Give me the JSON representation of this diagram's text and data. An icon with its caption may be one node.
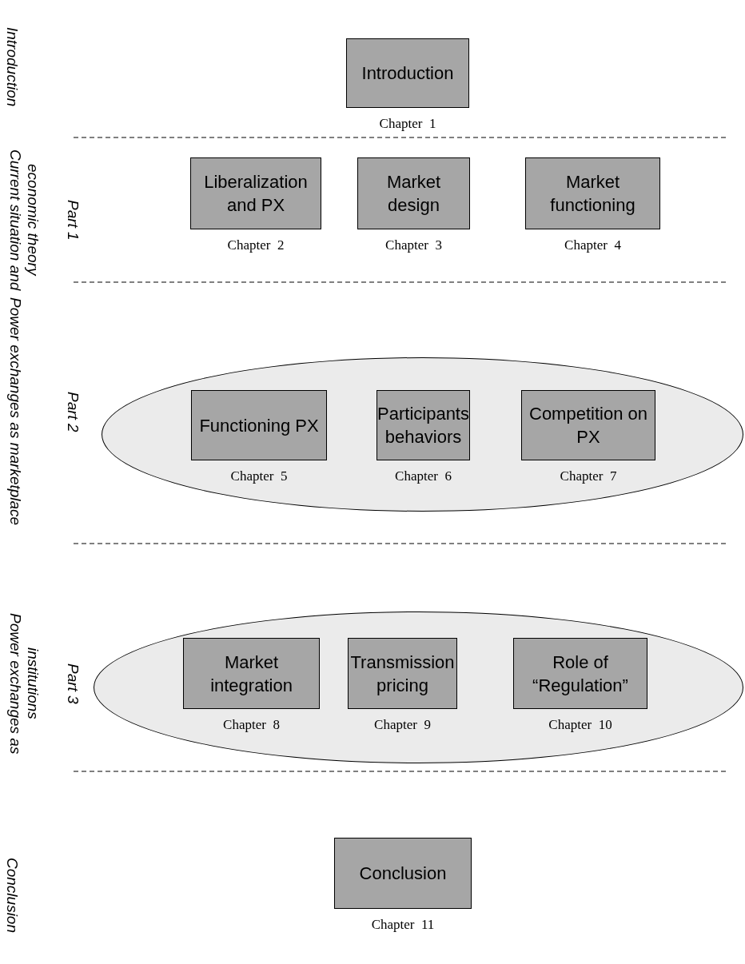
{
  "diagram": {
    "nodes": [
      {
        "text": [
          "Introduction"
        ],
        "beside": [
          "Chapter  1"
        ]
      },
      {
        "text": [
          "Liberalization and PX"
        ],
        "beside": [
          "Chapter  2"
        ]
      },
      {
        "text": [
          "Market design"
        ],
        "beside": [
          "Chapter  3"
        ]
      },
      {
        "text": [
          "Market functioning"
        ],
        "beside": [
          "Chapter  4"
        ]
      },
      {
        "text": [],
        "shape": "ellipse"
      },
      {
        "text": [
          "Functioning PX"
        ],
        "beside": [
          "Chapter  5"
        ],
        "in": 4
      },
      {
        "text": [
          "Participants behaviors"
        ],
        "beside": [
          "Chapter  6"
        ],
        "in": 4
      },
      {
        "text": [
          "Competition on PX"
        ],
        "beside": [
          "Chapter  7"
        ],
        "in": 4
      },
      {
        "text": [],
        "shape": "ellipse"
      },
      {
        "text": [
          "Market integration"
        ],
        "beside": [
          "Chapter  8"
        ],
        "in": 8
      },
      {
        "text": [
          "Transmission pricing"
        ],
        "beside": [
          "Chapter  9"
        ],
        "in": 8
      },
      {
        "text": [
          "Role of “Regulation”"
        ],
        "beside": [
          "Chapter  10"
        ],
        "in": 8
      },
      {
        "text": [
          "Conclusion"
        ],
        "beside": [
          "Chapter  11"
        ]
      }
    ],
    "edges": [],
    "labels": [
      "Introduction",
      "Current situation and economic theory",
      "Part 1",
      "Power exchanges as marketplace",
      "Part 2",
      "Power exchanges as institutions",
      "Part 3",
      "Conclusion"
    ]
  }
}
